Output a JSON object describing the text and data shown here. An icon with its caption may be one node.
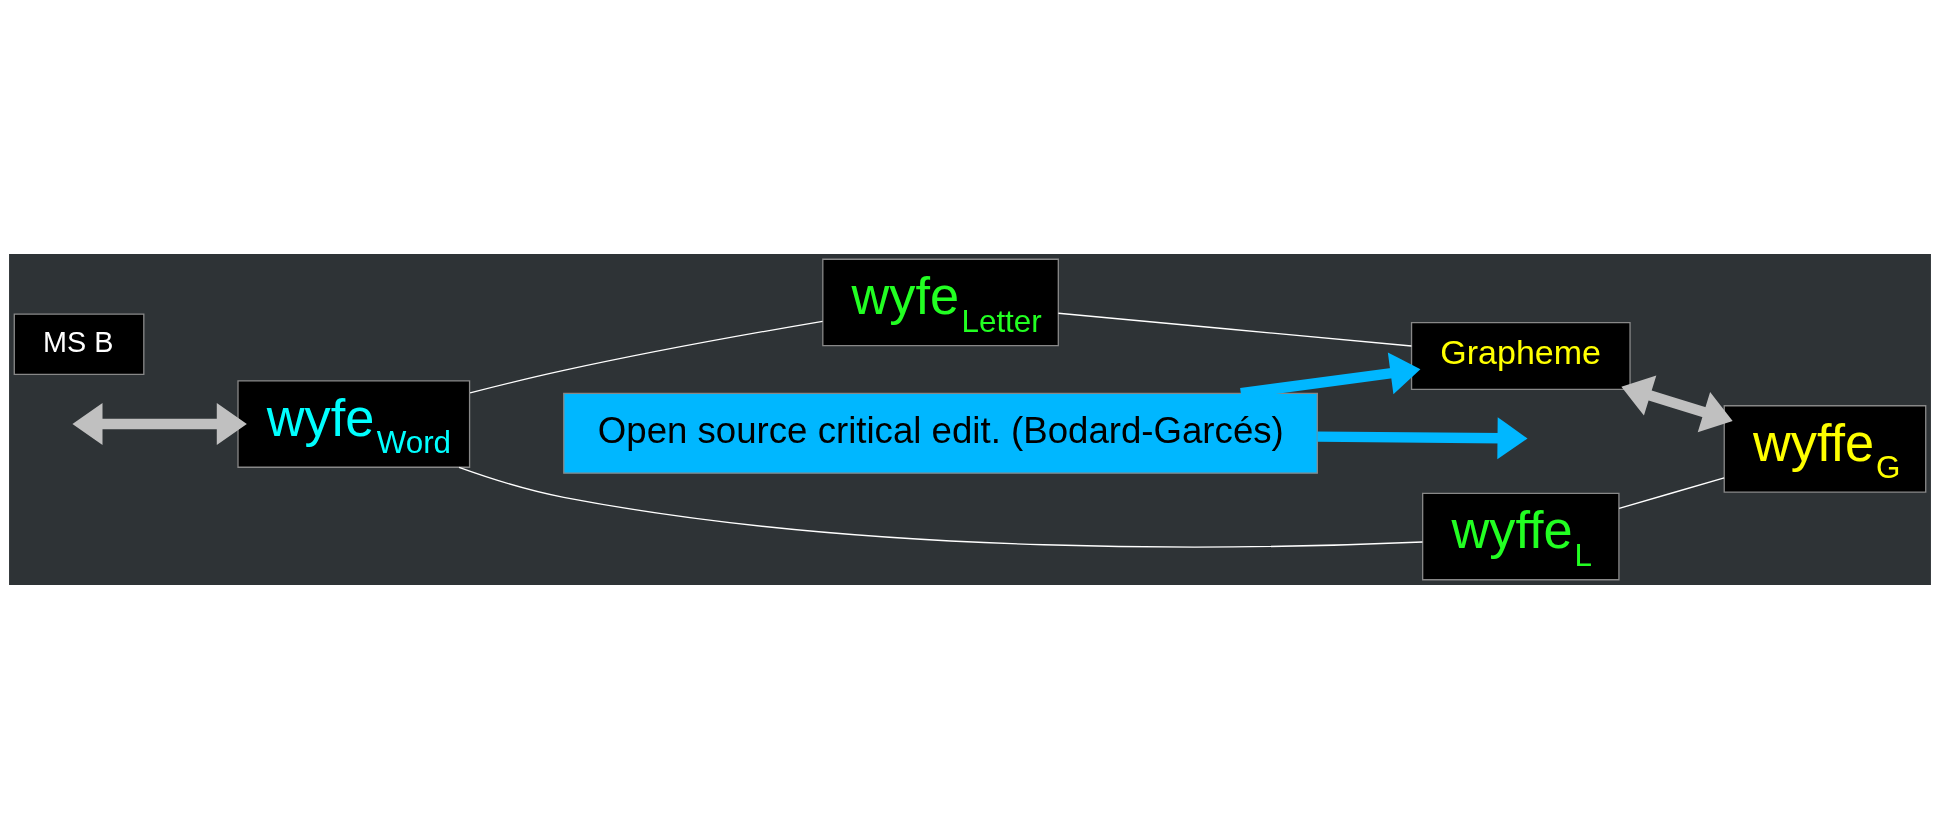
{
  "diagram": {
    "nodes": [
      {
        "text": [
          "wyfe$_{Word}$"
        ]
      },
      {
        "text": [
          "wyfe$_{Letter}$"
        ]
      },
      {
        "text": [
          "wyffe$_{L}$"
        ]
      },
      {
        "text": [
          "Grapheme"
        ]
      },
      {
        "text": [
          "MS B"
        ]
      },
      {
        "text": [
          "wyffe$_{G}$"
        ]
      },
      {
        "text": [
          "Open source critical edit. (Bodard-Garcés)"
        ]
      }
    ],
    "edges": [
      {
        "from": null,
        "to": 0,
        "arrow": "both",
        "style": "thick",
        "color": "#c0c0c0"
      },
      {
        "from": 0,
        "to": 1,
        "arrow": "none"
      },
      {
        "from": 0,
        "to": 2,
        "arrow": "none"
      },
      {
        "from": 2,
        "to": 5,
        "arrow": "none"
      },
      {
        "from": 1,
        "to": 3,
        "arrow": "none"
      },
      {
        "from": 3,
        "to": 5,
        "arrow": "both",
        "style": "thick",
        "color": "#c0c0c0"
      },
      {
        "from": 6,
        "to": null,
        "arrow": "to",
        "style": "thick",
        "color": "#00b7ff"
      },
      {
        "from": 6,
        "to": 3,
        "arrow": "to",
        "style": "thick",
        "color": "#00b7ff"
      }
    ]
  }
}
